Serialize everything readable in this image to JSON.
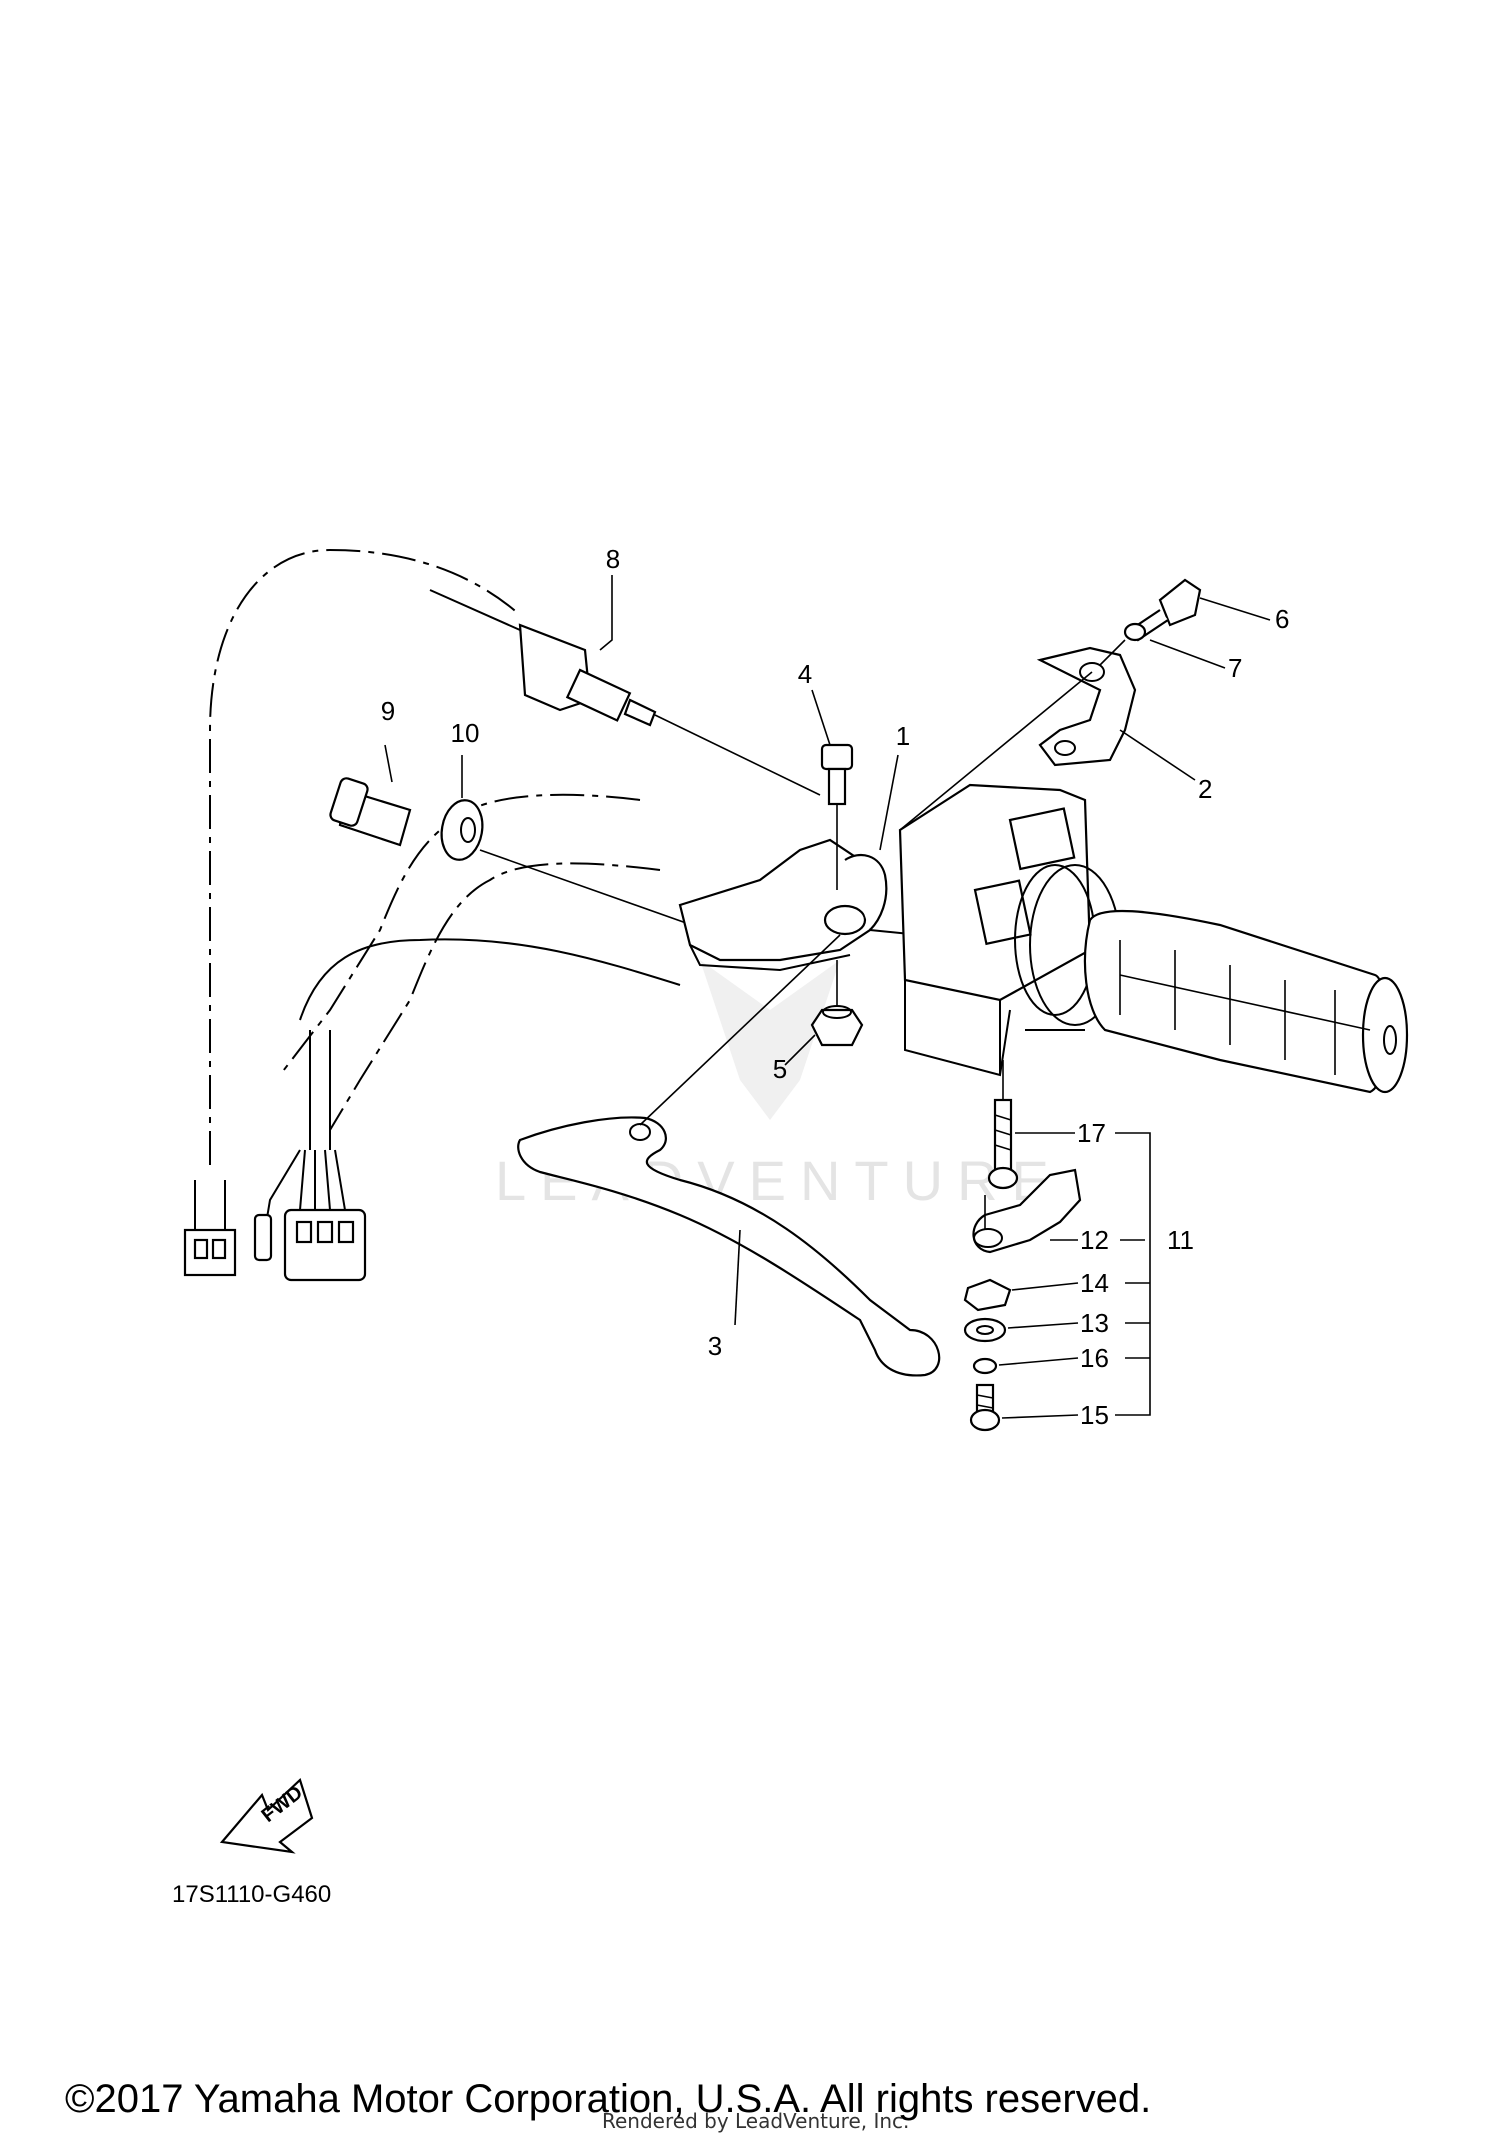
{
  "diagram_code": "17S1110-G460",
  "fwd_label": "FWD",
  "watermark": "LEADVENTURE",
  "copyright": "©2017 Yamaha Motor Corporation, U.S.A. All rights reserved.",
  "rendered_by": "Rendered by LeadVenture, Inc.",
  "callouts": {
    "c1": "1",
    "c2": "2",
    "c3": "3",
    "c4": "4",
    "c5": "5",
    "c6": "6",
    "c7": "7",
    "c8": "8",
    "c9": "9",
    "c10": "10",
    "c11": "11",
    "c12": "12",
    "c13": "13",
    "c14": "14",
    "c15": "15",
    "c16": "16",
    "c17": "17"
  }
}
